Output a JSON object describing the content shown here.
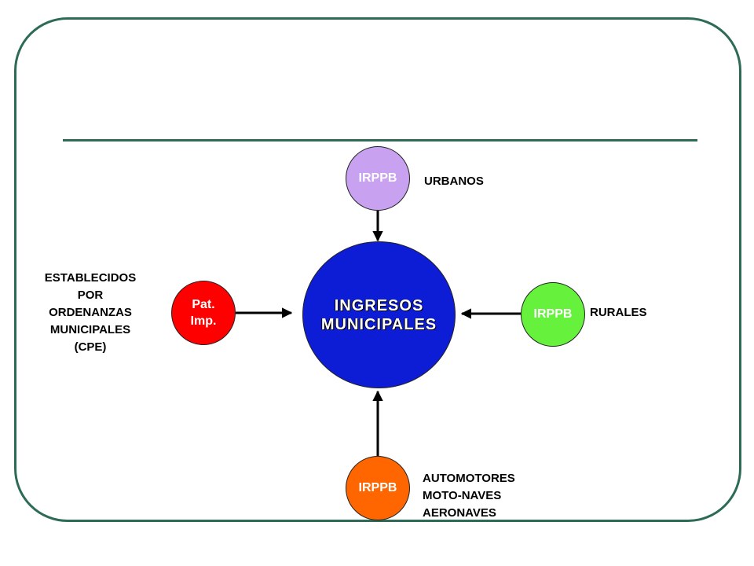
{
  "center": {
    "lines": [
      "INGRESOS",
      "MUNICIPALES"
    ],
    "color": "#0d1dd6"
  },
  "nodes": {
    "top": {
      "label": "IRPPB",
      "color": "#c8a2f0",
      "note": [
        "URBANOS"
      ]
    },
    "right": {
      "label": "IRPPB",
      "color": "#66f23c",
      "note": [
        "RURALES"
      ]
    },
    "bottom": {
      "label": "IRPPB",
      "color": "#ff6600",
      "note": [
        "AUTOMOTORES",
        "MOTO-NAVES",
        "AERONAVES"
      ]
    },
    "left": {
      "lines": [
        "Pat.",
        "Imp."
      ],
      "color": "#ff0000",
      "note": [
        "ESTABLECIDOS",
        "POR",
        "ORDENANZAS",
        "MUNICIPALES",
        "(CPE)"
      ]
    }
  },
  "frame_color": "#2e6b57"
}
